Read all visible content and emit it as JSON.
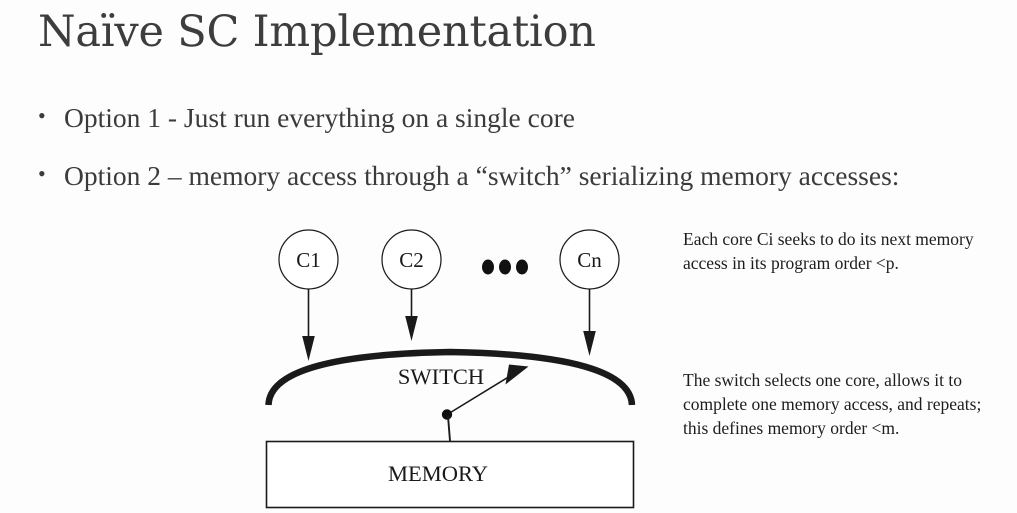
{
  "slide": {
    "title": "Naïve SC Implementation",
    "background_color": "#fdfdfd",
    "text_color": "#3b3b3b",
    "diagram_color": "#1a1a1a"
  },
  "bullets": [
    {
      "marker": "•",
      "text": "Option 1 - Just run everything on a single core"
    },
    {
      "marker": "•",
      "text": "Option 2 – memory access through a “switch” serializing memory accesses:"
    }
  ],
  "diagram": {
    "cores": [
      {
        "label": "C1"
      },
      {
        "label": "C2"
      },
      {
        "label": "Cn"
      }
    ],
    "ellipsis": "• • •",
    "switch_label": "SWITCH",
    "memory_label": "MEMORY"
  },
  "notes": [
    {
      "text": "Each core Ci seeks to do its next memory access in its program order <p."
    },
    {
      "text": "The switch selects one core, allows it to complete one memory access, and repeats; this defines memory order <m."
    }
  ]
}
